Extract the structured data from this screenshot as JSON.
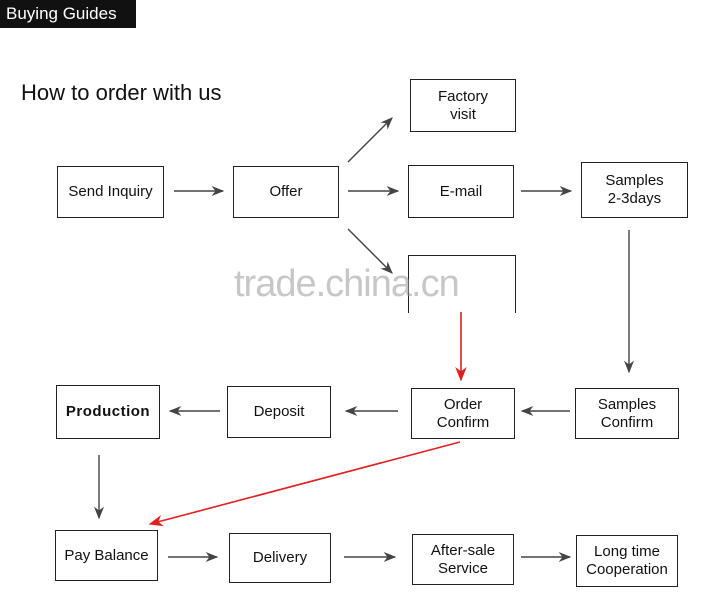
{
  "header": {
    "tab_label": "Buying Guides"
  },
  "title": "How to order with us",
  "watermark": "trade.china.cn",
  "colors": {
    "arrow": "#444444",
    "highlight_arrow": "#e02020",
    "header_bg": "#111111"
  },
  "nodes": {
    "send_inquiry": "Send Inquiry",
    "offer": "Offer",
    "factory_visit": "Factory\nvisit",
    "email": "E-mail",
    "samples_days": "Samples\n2-3days",
    "order_confirm": "Order\nConfirm",
    "samples_confirm": "Samples\nConfirm",
    "deposit": "Deposit",
    "production": "Production",
    "pay_balance": "Pay Balance",
    "delivery": "Delivery",
    "after_sale": "After-sale\nService",
    "long_time": "Long time\nCooperation"
  }
}
